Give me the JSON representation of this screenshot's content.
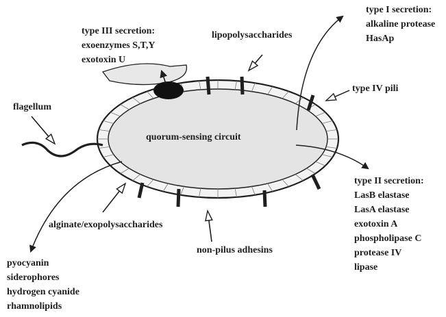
{
  "labels": {
    "type3": [
      "type III secretion:",
      "exoenzymes S,T,Y",
      "exotoxin U"
    ],
    "lps": "lipopolysaccharides",
    "type1": [
      "type I secretion:",
      "alkaline protease",
      "HasAp"
    ],
    "type4": "type IV pili",
    "flagellum": "flagellum",
    "qs": "quorum-sensing circuit",
    "type2": [
      "type II secretion:",
      "LasB elastase",
      "LasA elastase",
      "exotoxin A",
      "phospholipase C",
      "protease IV",
      "lipase"
    ],
    "alginate": "alginate/exopolysaccharides",
    "adhesins": "non-pilus adhesins",
    "secreted": [
      "pyocyanin",
      "siderophores",
      "hydrogen cyanide",
      "rhamnolipids"
    ]
  },
  "colors": {
    "cell_inner": "#e4e4e4",
    "cell_outer": "#f3f3f3",
    "stroke": "#1f1f1f",
    "text": "#1f1f1f",
    "arrow_hollow": "#ffffff"
  },
  "icons": {
    "pili": "thick-bar-pilus",
    "secretion_apparatus": "black-oval",
    "flagellum": "wavy-line"
  }
}
